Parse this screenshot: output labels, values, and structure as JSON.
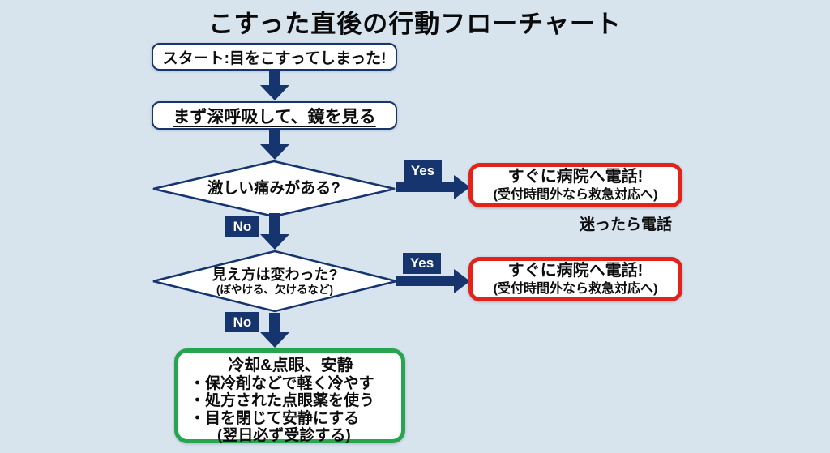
{
  "title": "こすった直後の行動フローチャート",
  "colors": {
    "background": "#d7e4ee",
    "navy": "#16356e",
    "red": "#e2231a",
    "green": "#27a54e",
    "node_fill": "#ffffff"
  },
  "nodes": {
    "start": {
      "label": "スタート:目をこすってしまった!"
    },
    "step_breathe": {
      "label": "まず深呼吸して、鏡を見る"
    },
    "decision_pain": {
      "question": "激しい痛みがある?",
      "yes_label": "Yes",
      "no_label": "No"
    },
    "emergency_pain": {
      "line1": "すぐに病院へ電話!",
      "line2": "(受付時間外なら救急対応へ)"
    },
    "note_call": {
      "label": "迷ったら電話"
    },
    "decision_vision": {
      "question": "見え方は変わった?",
      "detail": "(ぼやける、欠けるなど)",
      "yes_label": "Yes",
      "no_label": "No"
    },
    "emergency_vision": {
      "line1": "すぐに病院へ電話!",
      "line2": "(受付時間外なら救急対応へ)"
    },
    "care": {
      "title": "冷却&点眼、安静",
      "items": [
        "・保冷剤などで軽く冷やす",
        "・処方された点眼薬を使う",
        "・目を閉じて安静にする"
      ],
      "footnote": "(翌日必ず受診する)"
    }
  }
}
